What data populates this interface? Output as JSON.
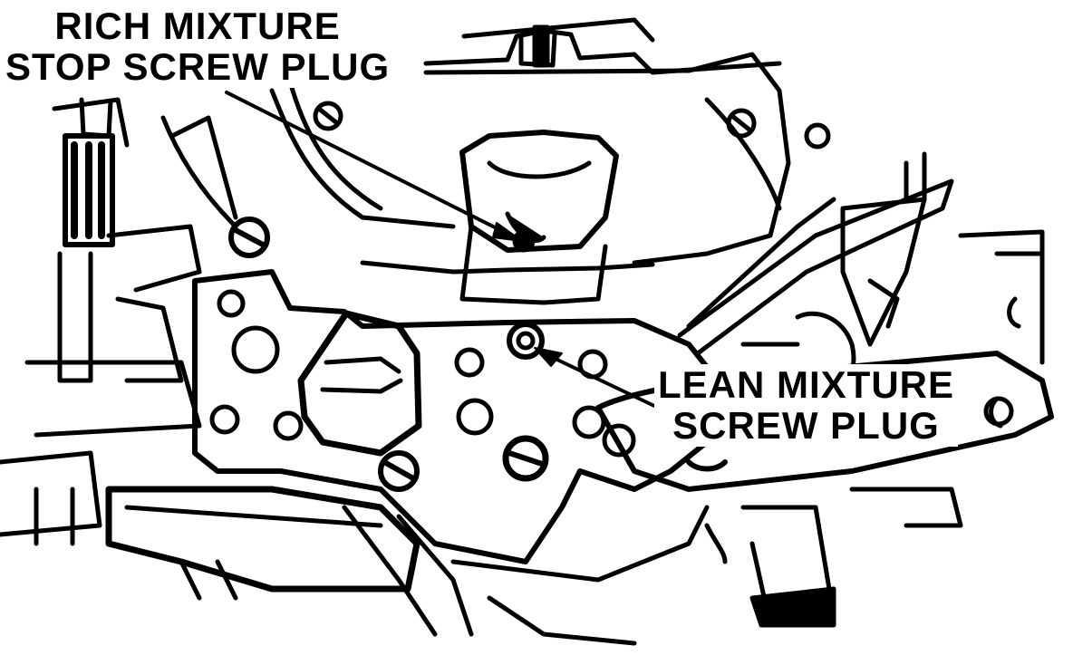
{
  "diagram": {
    "labels": {
      "rich_mixture": {
        "line1": "RICH MIXTURE",
        "line2": "STOP SCREW PLUG"
      },
      "lean_mixture": {
        "line1": "LEAN MIXTURE",
        "line2": "SCREW PLUG"
      }
    },
    "colors": {
      "ink": "#000000",
      "paper": "#ffffff"
    }
  }
}
